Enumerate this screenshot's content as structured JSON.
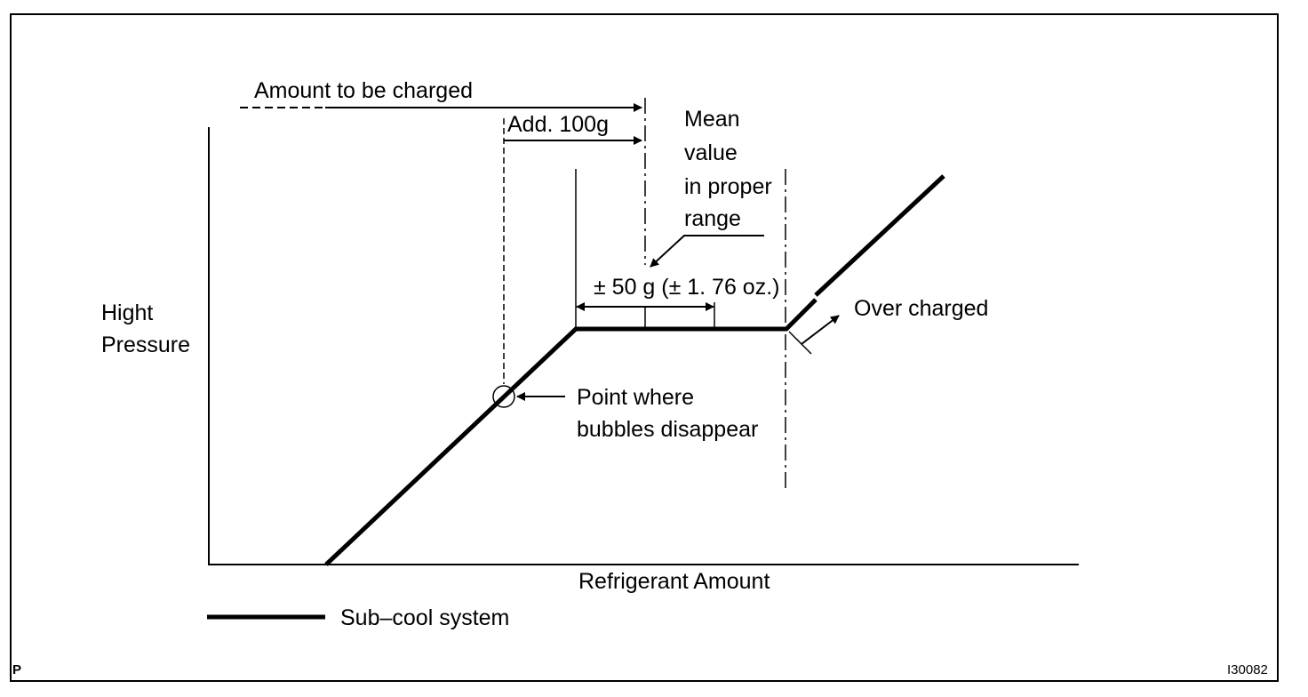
{
  "labels": {
    "amount_to_be_charged": "Amount to be charged",
    "add_100g": "Add. 100g",
    "mean_value": [
      "Mean",
      "value",
      "in proper",
      "range"
    ],
    "tolerance": "± 50 g (± 1. 76 oz.)",
    "over_charged": "Over charged",
    "point_bubbles": [
      "Point where",
      "bubbles disappear"
    ],
    "y_axis": [
      "Hight",
      "Pressure"
    ],
    "x_axis": "Refrigerant Amount",
    "legend": "Sub–cool system",
    "corner_left": "P",
    "corner_right": "I30082"
  },
  "colors": {
    "line": "#000000",
    "background": "#ffffff"
  }
}
